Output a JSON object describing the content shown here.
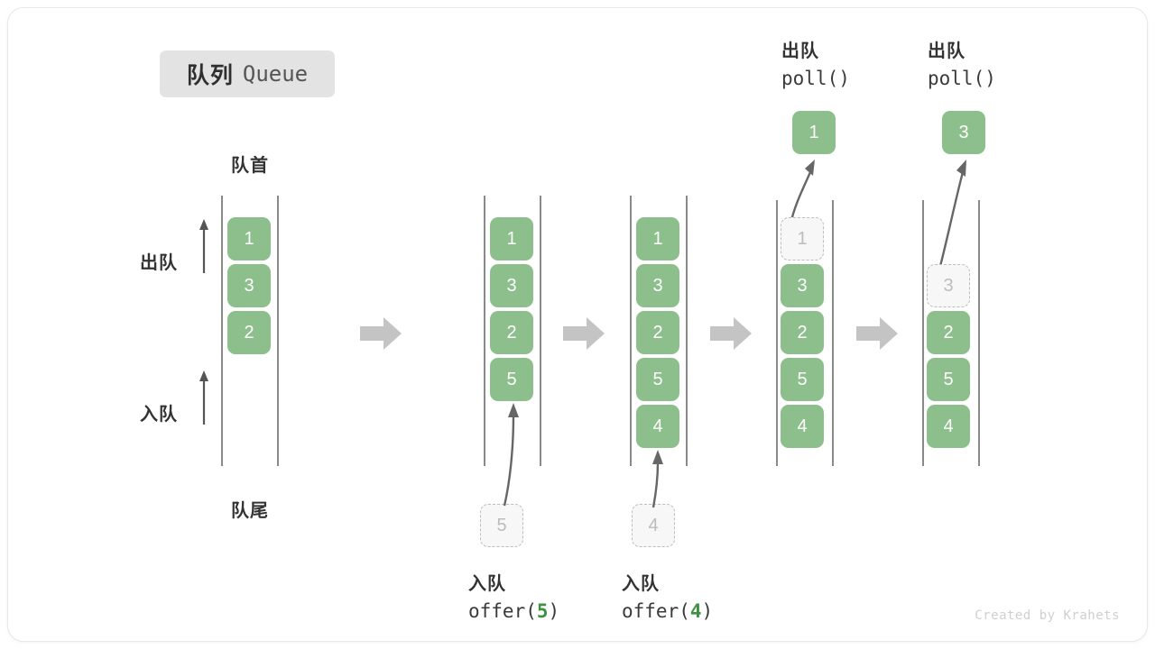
{
  "title": {
    "cn": "队列",
    "en": "Queue"
  },
  "labels": {
    "head": "队首",
    "tail": "队尾",
    "dequeue": "出队",
    "enqueue": "入队"
  },
  "colors": {
    "element_green": "#8cbf8c",
    "ghost_fill": "#f7f7f7",
    "ghost_border": "#bdbdbd",
    "rail": "#8a8a8a",
    "step_arrow": "#c4c4c4",
    "badge_bg": "#e3e3e3",
    "accent_number_green": "#3d9140",
    "text_dark": "#333333"
  },
  "columns": [
    {
      "name": "initial-state",
      "items": [
        {
          "value": "1",
          "state": "filled"
        },
        {
          "value": "3",
          "state": "filled"
        },
        {
          "value": "2",
          "state": "filled"
        }
      ],
      "side_arrows": [
        {
          "name": "dequeue-direction",
          "label": "出队"
        },
        {
          "name": "enqueue-direction",
          "label": "入队"
        }
      ],
      "head_label": "队首",
      "tail_label": "队尾"
    },
    {
      "name": "after-offer-5",
      "items": [
        {
          "value": "1",
          "state": "filled"
        },
        {
          "value": "3",
          "state": "filled"
        },
        {
          "value": "2",
          "state": "filled"
        },
        {
          "value": "5",
          "state": "filled"
        }
      ],
      "incoming": {
        "value": "5",
        "state": "ghost"
      },
      "op_cn": "入队",
      "op_code_prefix": "offer(",
      "op_code_arg": "5",
      "op_code_suffix": ")"
    },
    {
      "name": "after-offer-4",
      "items": [
        {
          "value": "1",
          "state": "filled"
        },
        {
          "value": "3",
          "state": "filled"
        },
        {
          "value": "2",
          "state": "filled"
        },
        {
          "value": "5",
          "state": "filled"
        },
        {
          "value": "4",
          "state": "filled"
        }
      ],
      "incoming": {
        "value": "4",
        "state": "ghost"
      },
      "op_cn": "入队",
      "op_code_prefix": "offer(",
      "op_code_arg": "4",
      "op_code_suffix": ")"
    },
    {
      "name": "after-poll-1",
      "items": [
        {
          "value": "1",
          "state": "ghost"
        },
        {
          "value": "3",
          "state": "filled"
        },
        {
          "value": "2",
          "state": "filled"
        },
        {
          "value": "5",
          "state": "filled"
        },
        {
          "value": "4",
          "state": "filled"
        }
      ],
      "popped": {
        "value": "1",
        "state": "filled"
      },
      "op_cn": "出队",
      "op_code": "poll()"
    },
    {
      "name": "after-poll-3",
      "items": [
        {
          "value": "3",
          "state": "ghost"
        },
        {
          "value": "2",
          "state": "filled"
        },
        {
          "value": "5",
          "state": "filled"
        },
        {
          "value": "4",
          "state": "filled"
        }
      ],
      "popped": {
        "value": "3",
        "state": "filled"
      },
      "op_cn": "出队",
      "op_code": "poll()"
    }
  ],
  "credit": "Created by Krahets"
}
